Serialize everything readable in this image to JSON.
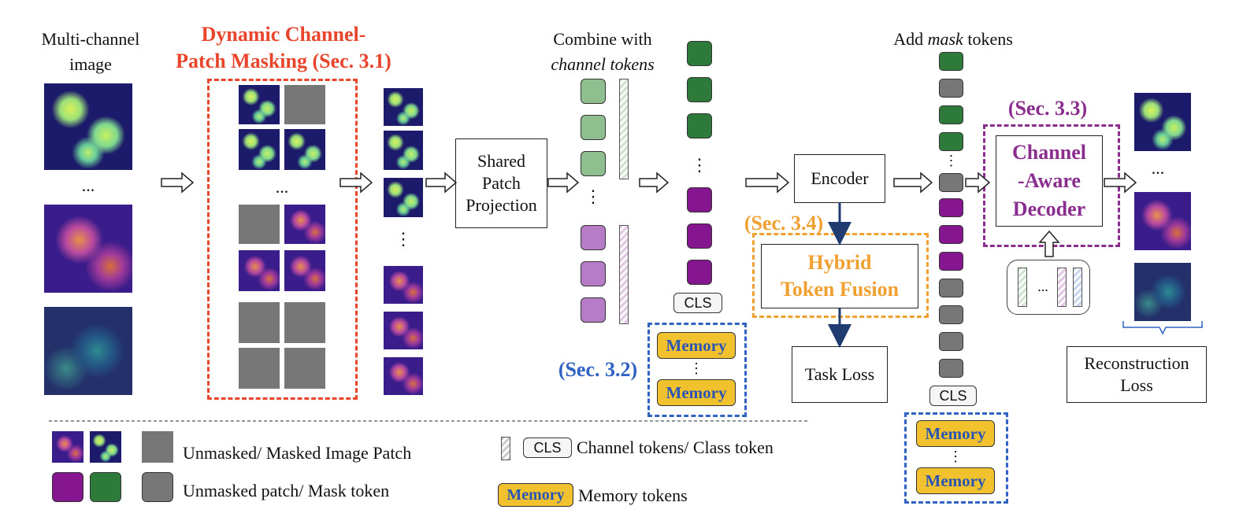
{
  "labels": {
    "multichannel": [
      "Multi-channel",
      "image"
    ],
    "masking_title": [
      "Dynamic Channel-",
      "Patch Masking (Sec. 3.1)"
    ],
    "combine": "Combine with",
    "channel_tokens": "channel tokens",
    "shared": [
      "Shared",
      "Patch",
      "Projection"
    ],
    "encoder": "Encoder",
    "add": "Add",
    "mask": "mask",
    "tokens": "tokens",
    "sec34": "(Sec. 3.4)",
    "fusion": [
      "Hybrid",
      "Token Fusion"
    ],
    "task_loss": "Task Loss",
    "sec32": "(Sec. 3.2)",
    "sec33": "(Sec. 3.3)",
    "decoder": [
      "Channel",
      "-Aware",
      "Decoder"
    ],
    "recon": [
      "Reconstruction",
      "Loss"
    ],
    "cls": "CLS",
    "memory": "Memory",
    "ellipsis_h": "...",
    "ellipsis_v": "⋮"
  },
  "legend": {
    "patch": "Unmasked/ Masked Image Patch",
    "token": "Unmasked patch/ Mask token",
    "channel": "Channel tokens/ Class token",
    "memory": "Memory tokens"
  },
  "colors": {
    "red": "#e8452c",
    "orange": "#f0a030",
    "purple": "#8a2d8f",
    "blue": "#2f62c2",
    "green": "#2e7a3a",
    "gray": "#777777",
    "memory_fill": "#f2c12e"
  }
}
